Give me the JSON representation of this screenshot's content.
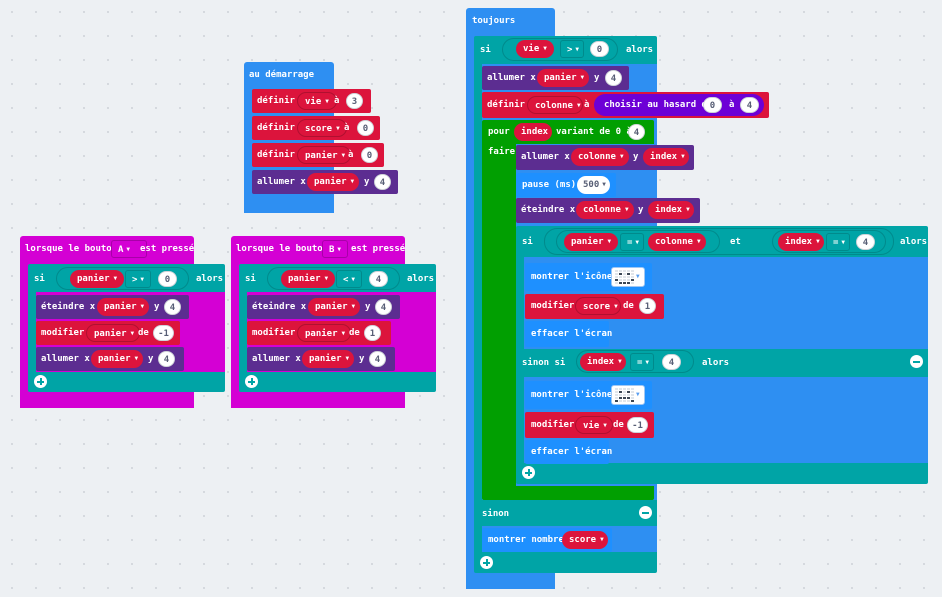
{
  "colors": {
    "event": "#2e8ff2",
    "input": "#d400d4",
    "logic": "#00a4a6",
    "variables": "#dc143c",
    "led": "#5c2d91",
    "loops": "#019f01",
    "math": "#6d00d6",
    "basic": "#1e90ff"
  },
  "start_block": {
    "hat": "au démarrage",
    "rows": [
      {
        "kw": "définir",
        "var": "vie",
        "to": "à",
        "val": "3"
      },
      {
        "kw": "définir",
        "var": "score",
        "to": "à",
        "val": "0"
      },
      {
        "kw": "définir",
        "var": "panier",
        "to": "à",
        "val": "0"
      }
    ],
    "plot": {
      "kw": "allumer x",
      "var": "panier",
      "y": "y",
      "val": "4"
    }
  },
  "button_a": {
    "hat": "lorsque le bouton",
    "button": "A",
    "hat_tail": "est pressé",
    "if_kw": "si",
    "cond_var": "panier",
    "op": ">",
    "cond_val": "0",
    "then_kw": "alors",
    "unplot": {
      "kw": "éteindre x",
      "var": "panier",
      "y": "y",
      "val": "4"
    },
    "change": {
      "kw": "modifier",
      "var": "panier",
      "by": "de",
      "val": "-1"
    },
    "plot": {
      "kw": "allumer x",
      "var": "panier",
      "y": "y",
      "val": "4"
    }
  },
  "button_b": {
    "hat": "lorsque le bouton",
    "button": "B",
    "hat_tail": "est pressé",
    "if_kw": "si",
    "cond_var": "panier",
    "op": "<",
    "cond_val": "4",
    "then_kw": "alors",
    "unplot": {
      "kw": "éteindre x",
      "var": "panier",
      "y": "y",
      "val": "4"
    },
    "change": {
      "kw": "modifier",
      "var": "panier",
      "by": "de",
      "val": "1"
    },
    "plot": {
      "kw": "allumer x",
      "var": "panier",
      "y": "y",
      "val": "4"
    }
  },
  "forever": {
    "hat": "toujours",
    "if_kw": "si",
    "cond_var": "vie",
    "op": ">",
    "cond_val": "0",
    "then_kw": "alors",
    "plot": {
      "kw": "allumer x",
      "var": "panier",
      "y": "y",
      "val": "4"
    },
    "set_col": {
      "kw": "définir",
      "var": "colonne",
      "to": "à",
      "fn": "choisir au hasard de",
      "from": "0",
      "and": "à",
      "upto": "4"
    },
    "for": {
      "kw": "pour",
      "var": "index",
      "mid": "variant de 0 à",
      "val": "4",
      "do_kw": "faire"
    },
    "plot2": {
      "kw": "allumer x",
      "var": "colonne",
      "y": "y",
      "var2": "index"
    },
    "pause": {
      "kw": "pause (ms)",
      "val": "500"
    },
    "unplot": {
      "kw": "éteindre x",
      "var": "colonne",
      "y": "y",
      "var2": "index"
    },
    "inner_if": {
      "kw": "si",
      "var1": "panier",
      "op1": "=",
      "var2": "colonne",
      "and": "et",
      "var3": "index",
      "op2": "=",
      "val": "4",
      "then_kw": "alors"
    },
    "show_icon_1": {
      "kw": "montrer l'icône",
      "icon": "happy-face-icon"
    },
    "change_score": {
      "kw": "modifier",
      "var": "score",
      "by": "de",
      "val": "1"
    },
    "clear_1": {
      "kw": "effacer l'écran"
    },
    "elseif": {
      "kw": "sinon si",
      "var": "index",
      "op": "=",
      "val": "4",
      "then_kw": "alors"
    },
    "show_icon_2": {
      "kw": "montrer l'icône",
      "icon": "sad-face-icon"
    },
    "change_life": {
      "kw": "modifier",
      "var": "vie",
      "by": "de",
      "val": "-1"
    },
    "clear_2": {
      "kw": "effacer l'écran"
    },
    "else_kw": "sinon",
    "show_num": {
      "kw": "montrer nombre",
      "var": "score"
    }
  }
}
